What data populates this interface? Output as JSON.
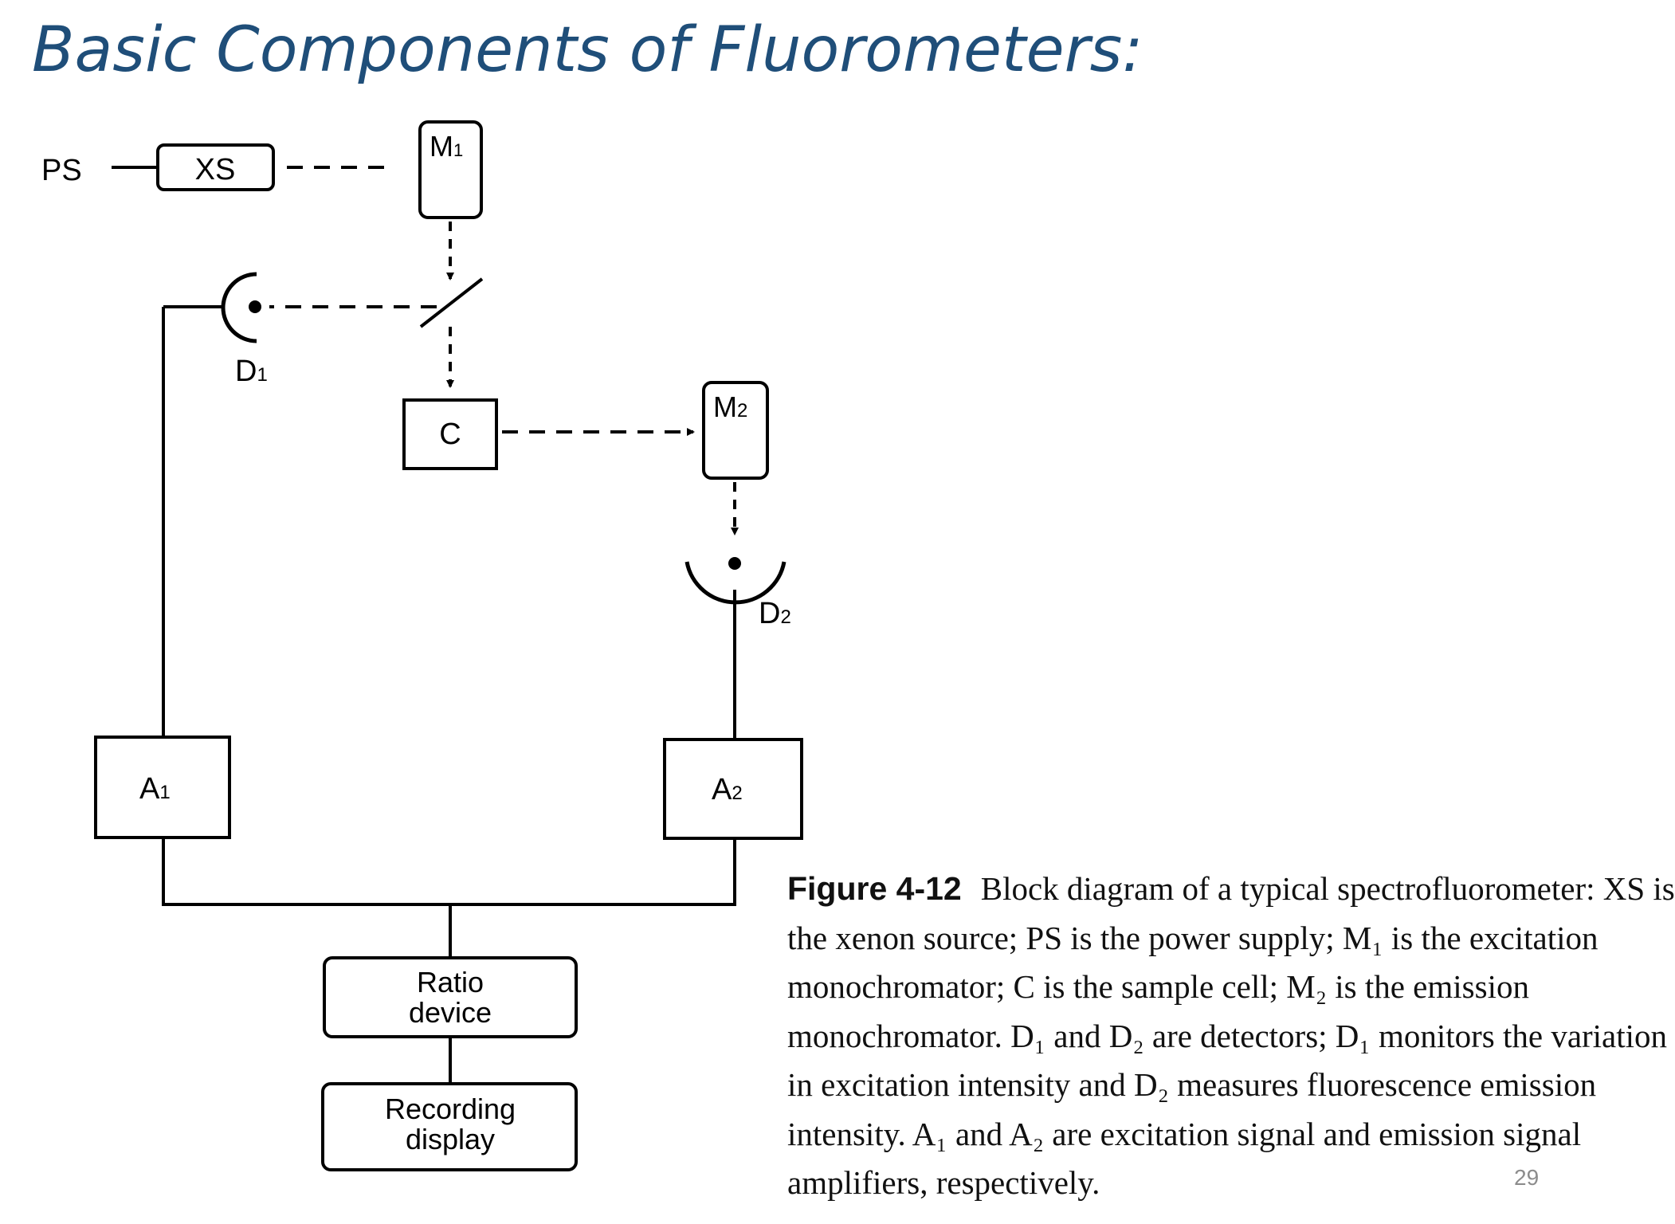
{
  "slide": {
    "title": "Basic Components of Fluorometers:",
    "page_number": "29"
  },
  "diagram": {
    "blocks": {
      "ps": "PS",
      "xs": "XS",
      "m1": "M",
      "m1_sub": "1",
      "c": "C",
      "m2": "M",
      "m2_sub": "2",
      "d1": "D",
      "d1_sub": "1",
      "d2": "D",
      "d2_sub": "2",
      "a1": "A",
      "a1_sub": "1",
      "a2": "A",
      "a2_sub": "2",
      "ratio_1": "Ratio",
      "ratio_2": "device",
      "recording_1": "Recording",
      "recording_2": "display"
    }
  },
  "caption": {
    "label": "Figure 4-12",
    "lines": [
      "Block diagram of a typical spectrofluorometer: XS is",
      "the xenon source; PS is the power supply; M₁ is the excitation",
      "monochromator; C is the sample cell; M₂ is the emission",
      "monochromator. D₁ and D₂ are detectors; D₁ monitors the variation",
      "in excitation intensity and D₂ measures fluorescence emission",
      "intensity. A₁ and A₂ are excitation signal and emission signal",
      "amplifiers, respectively."
    ]
  }
}
